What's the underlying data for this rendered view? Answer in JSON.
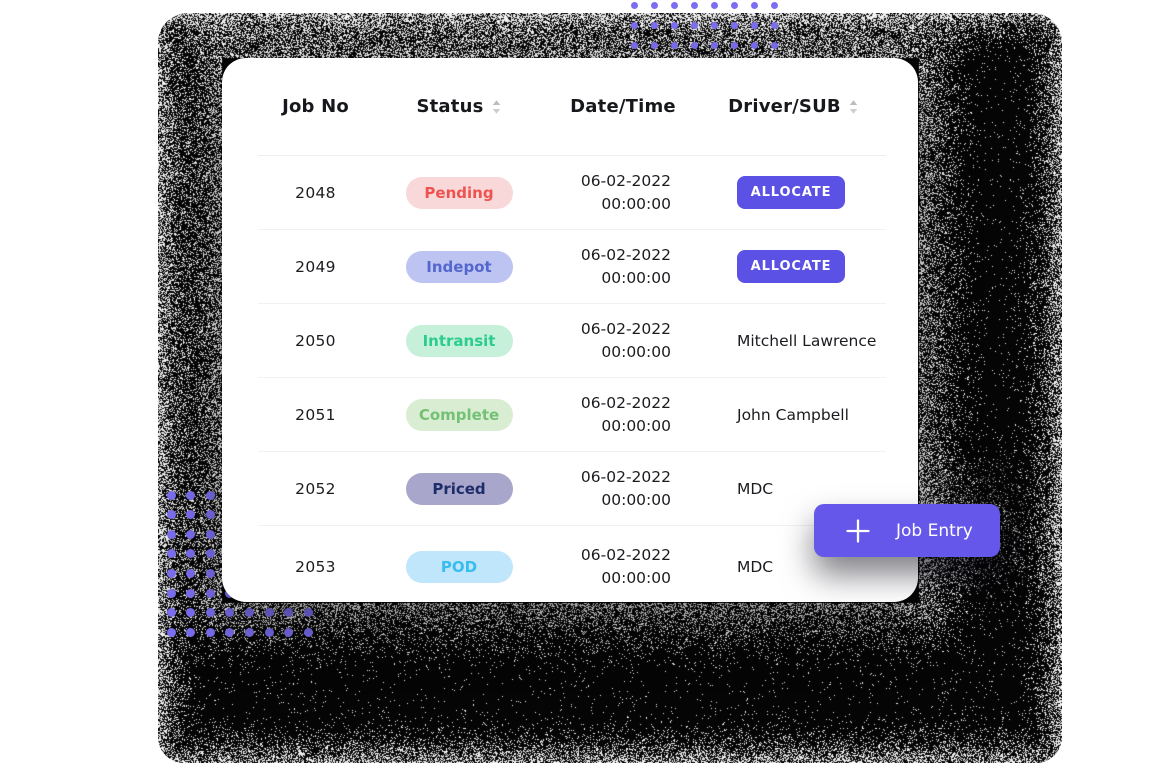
{
  "panel": {
    "bg_color": "#060606"
  },
  "accent": "#6457e9",
  "table": {
    "headers": [
      {
        "label": "Job No",
        "sortable": false
      },
      {
        "label": "Status",
        "sortable": true
      },
      {
        "label": "Date/Time",
        "sortable": false
      },
      {
        "label": "Driver/SUB",
        "sortable": true
      }
    ],
    "allocate_bg": "#5b51e4",
    "rows": [
      {
        "job_no": "2048",
        "status": {
          "label": "Pending",
          "bg": "#f8d8d8",
          "fg": "#ef5350"
        },
        "date": "06-02-2022",
        "time": "00:00:00",
        "driver": {
          "type": "button",
          "label": "ALLOCATE"
        }
      },
      {
        "job_no": "2049",
        "status": {
          "label": "Indepot",
          "bg": "#bdc4f1",
          "fg": "#5566cd"
        },
        "date": "06-02-2022",
        "time": "00:00:00",
        "driver": {
          "type": "button",
          "label": "ALLOCATE"
        }
      },
      {
        "job_no": "2050",
        "status": {
          "label": "Intransit",
          "bg": "#c7f0db",
          "fg": "#2bcd8c"
        },
        "date": "06-02-2022",
        "time": "00:00:00",
        "driver": {
          "type": "text",
          "label": "Mitchell Lawrence"
        }
      },
      {
        "job_no": "2051",
        "status": {
          "label": "Complete",
          "bg": "#d9edd3",
          "fg": "#74c175"
        },
        "date": "06-02-2022",
        "time": "00:00:00",
        "driver": {
          "type": "text",
          "label": "John Campbell"
        }
      },
      {
        "job_no": "2052",
        "status": {
          "label": "Priced",
          "bg": "#a8a6cb",
          "fg": "#1d2d69"
        },
        "date": "06-02-2022",
        "time": "00:00:00",
        "driver": {
          "type": "text",
          "label": "MDC"
        }
      },
      {
        "job_no": "2053",
        "status": {
          "label": "POD",
          "bg": "#bfe6fa",
          "fg": "#39bdf0"
        },
        "date": "06-02-2022",
        "time": "00:00:00",
        "driver": {
          "type": "text",
          "label": "MDC"
        }
      }
    ]
  },
  "job_entry": {
    "label": "Job Entry",
    "bg": "#6457e9",
    "icon": "plus-icon"
  },
  "decor": {
    "dot_color": "#7b6ef0",
    "sort_icon": "sort-arrows-icon",
    "top_dot_grid": {
      "cols": 8,
      "rows": 3
    },
    "left_dot_grid": {
      "cols": 8,
      "rows": 8
    }
  }
}
